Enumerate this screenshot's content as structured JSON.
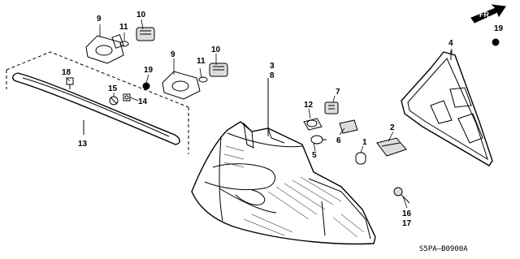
{
  "diagram": {
    "part_code": "S5PA–B0900A",
    "direction_label": "FR.",
    "callouts": [
      {
        "id": "c1",
        "label": "1"
      },
      {
        "id": "c2",
        "label": "2"
      },
      {
        "id": "c3",
        "label": "3"
      },
      {
        "id": "c4",
        "label": "4"
      },
      {
        "id": "c5",
        "label": "5"
      },
      {
        "id": "c6",
        "label": "6"
      },
      {
        "id": "c7",
        "label": "7"
      },
      {
        "id": "c8",
        "label": "8"
      },
      {
        "id": "c9a",
        "label": "9"
      },
      {
        "id": "c9b",
        "label": "9"
      },
      {
        "id": "c10a",
        "label": "10"
      },
      {
        "id": "c10b",
        "label": "10"
      },
      {
        "id": "c11a",
        "label": "11"
      },
      {
        "id": "c11b",
        "label": "11"
      },
      {
        "id": "c12",
        "label": "12"
      },
      {
        "id": "c13",
        "label": "13"
      },
      {
        "id": "c14",
        "label": "14"
      },
      {
        "id": "c15",
        "label": "15"
      },
      {
        "id": "c16",
        "label": "16"
      },
      {
        "id": "c17",
        "label": "17"
      },
      {
        "id": "c18",
        "label": "18"
      },
      {
        "id": "c19a",
        "label": "19"
      },
      {
        "id": "c19b",
        "label": "19"
      }
    ]
  }
}
